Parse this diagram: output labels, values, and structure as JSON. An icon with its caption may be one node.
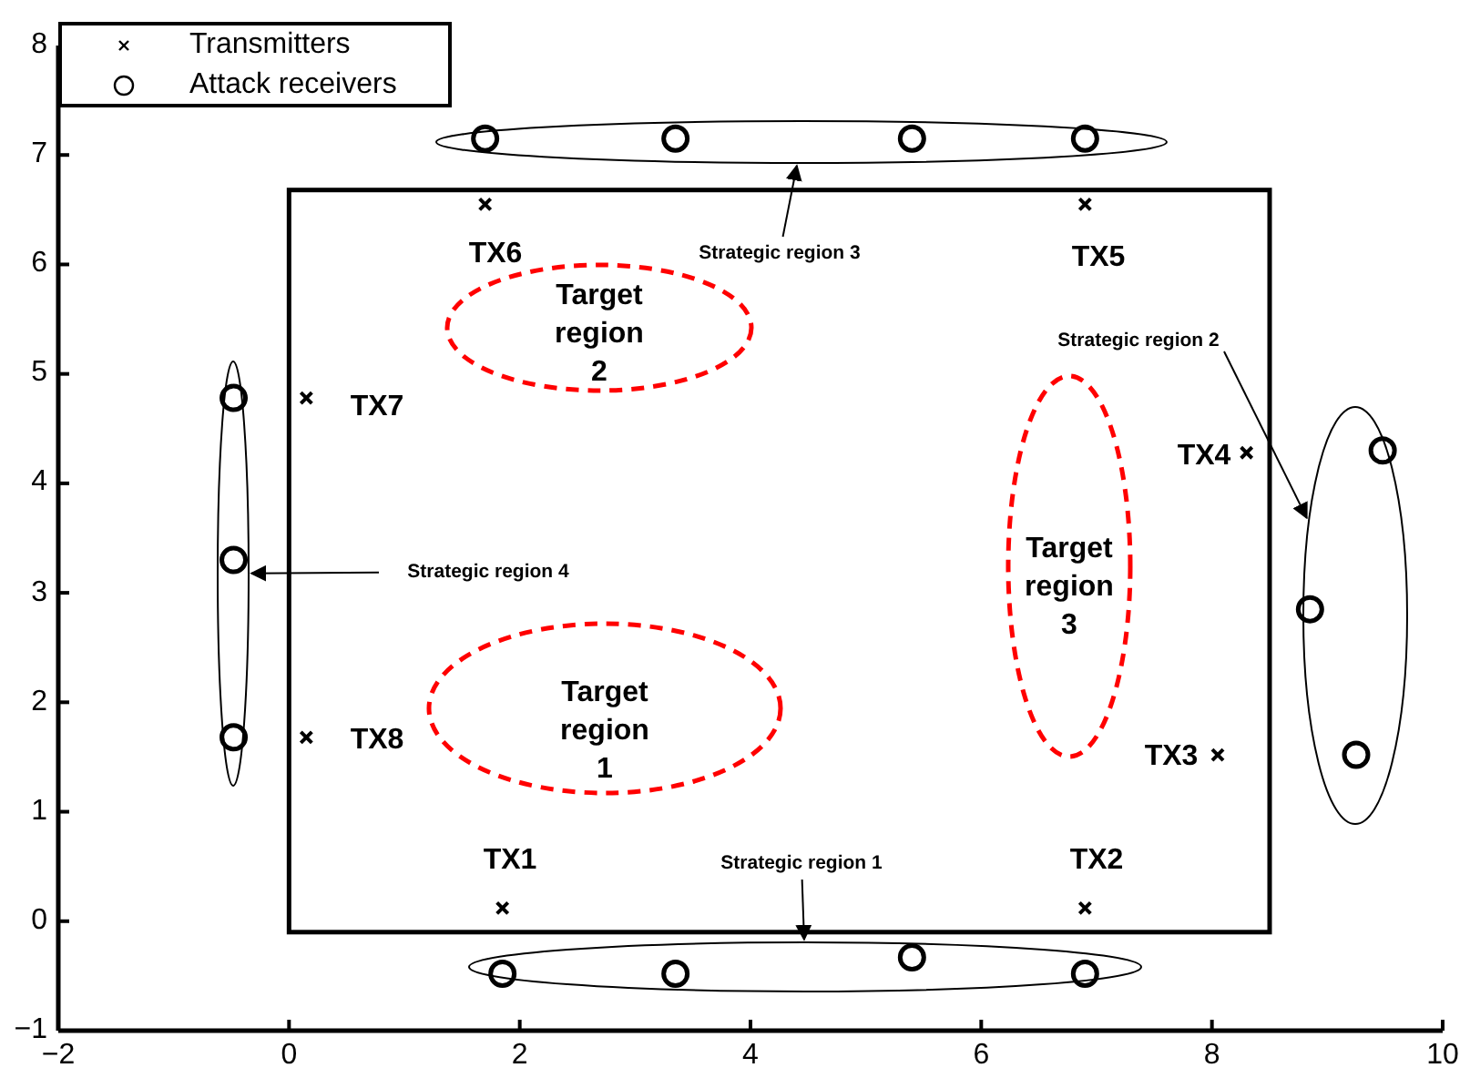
{
  "diagram": {
    "nodes": [
      {
        "text": [],
        "shape": "ellipse"
      },
      {
        "text": [
          "Strategic region 3"
        ]
      },
      {
        "text": [
          "Target region 2"
        ]
      },
      {
        "text": [
          "Strategic region 2"
        ]
      },
      {
        "text": [],
        "shape": "ellipse"
      },
      {
        "text": [
          "Strategic region 4"
        ]
      },
      {
        "text": [
          "Target region 3"
        ]
      },
      {
        "text": [],
        "shape": "ellipse"
      },
      {
        "text": [
          "Target region 1"
        ]
      },
      {
        "text": [
          "Strategic region 1"
        ]
      },
      {
        "text": [],
        "shape": "ellipse"
      }
    ],
    "edges": [
      {
        "from": 1,
        "to": 0,
        "arrow": "to"
      },
      {
        "from": 3,
        "to": 7,
        "arrow": "to"
      },
      {
        "from": 5,
        "to": 4,
        "arrow": "to"
      },
      {
        "from": 9,
        "to": 10,
        "arrow": "to"
      }
    ],
    "labels": [
      "TX6",
      "TX5",
      "TX7",
      "TX4",
      "TX8",
      "TX3",
      "TX1",
      "TX2"
    ],
    "chart_data": {
      "type": "scatter",
      "xlim": [
        -2,
        10
      ],
      "ylim": [
        -1,
        8
      ],
      "xticks": [
        {
          "value": -2,
          "label": "−2"
        },
        {
          "value": 0,
          "label": "0"
        },
        {
          "value": 2,
          "label": "2"
        },
        {
          "value": 4,
          "label": "4"
        },
        {
          "value": 6,
          "label": "6"
        },
        {
          "value": 8,
          "label": "8"
        },
        {
          "value": 10,
          "label": "10"
        }
      ],
      "yticks": [
        {
          "value": -1,
          "label": "−1"
        },
        {
          "value": 0,
          "label": "0"
        },
        {
          "value": 1,
          "label": "1"
        },
        {
          "value": 2,
          "label": "2"
        },
        {
          "value": 3,
          "label": "3"
        },
        {
          "value": 4,
          "label": "4"
        },
        {
          "value": 5,
          "label": "5"
        },
        {
          "value": 6,
          "label": "6"
        },
        {
          "value": 7,
          "label": "7"
        },
        {
          "value": 8,
          "label": "8"
        }
      ],
      "x": [
        1.85,
        6.9,
        8.05,
        8.3,
        6.9,
        1.7,
        0.15,
        0.15,
        1.7,
        3.35,
        5.4,
        6.9,
        1.85,
        3.35,
        5.4,
        6.9,
        -0.48,
        -0.48,
        -0.48,
        9.48,
        8.85,
        9.25
      ],
      "series": [
        {
          "name": "Transmitters",
          "color": "#000000",
          "values": [
            0.12,
            0.12,
            1.52,
            4.28,
            6.55,
            6.55,
            4.78,
            1.68,
            null,
            null,
            null,
            null,
            null,
            null,
            null,
            null,
            null,
            null,
            null,
            null,
            null,
            null
          ]
        },
        {
          "name": "Attack receivers",
          "color": "#000000",
          "values": [
            null,
            null,
            null,
            null,
            null,
            null,
            null,
            null,
            7.15,
            7.15,
            7.15,
            7.15,
            -0.48,
            -0.48,
            -0.33,
            -0.48,
            4.78,
            3.3,
            1.68,
            4.3,
            2.85,
            1.52
          ]
        }
      ]
    }
  }
}
